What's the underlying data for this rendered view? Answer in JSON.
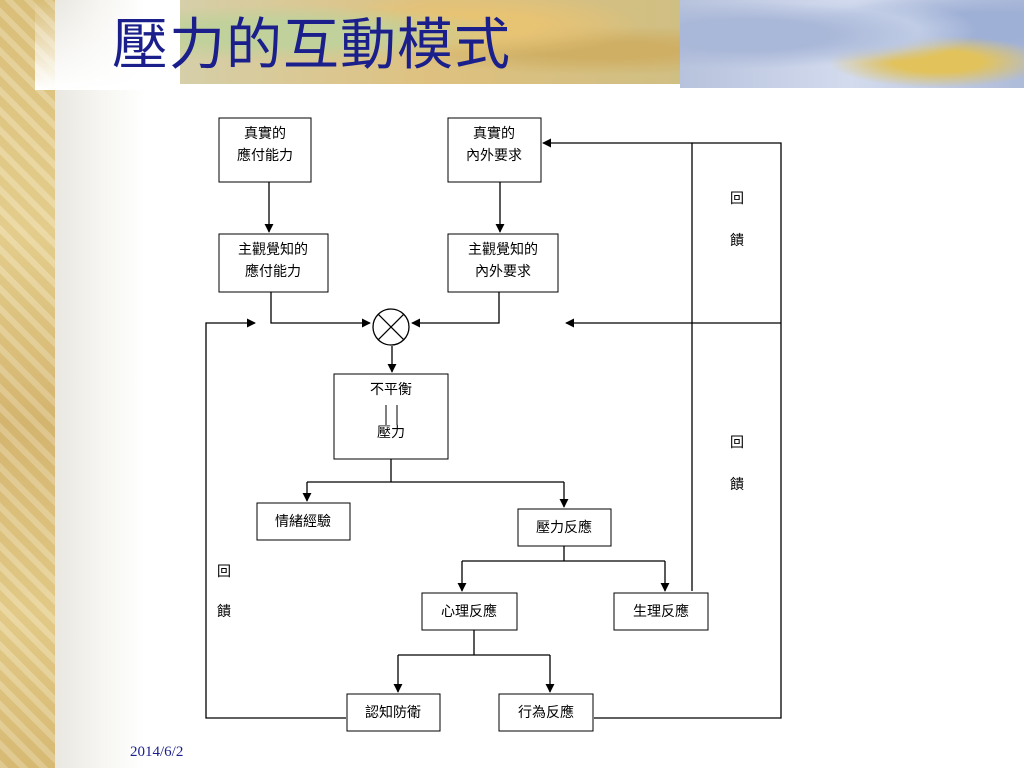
{
  "slide": {
    "title": "壓力的互動模式",
    "date": "2014/6/2"
  },
  "diagram": {
    "nodes": {
      "actual_capacity": [
        "真實的",
        "應付能力"
      ],
      "actual_demands": [
        "真實的",
        "內外要求"
      ],
      "perceived_capacity": [
        "主觀覺知的",
        "應付能力"
      ],
      "perceived_demands": [
        "主觀覺知的",
        "內外要求"
      ],
      "imbalance": "不平衡",
      "stress": "壓力",
      "emotional_experience": "情緒經驗",
      "stress_response": "壓力反應",
      "psychological_response": "心理反應",
      "physiological_response": "生理反應",
      "cognitive_defense": "認知防衛",
      "behavioral_response": "行為反應"
    },
    "feedback_label": [
      "回",
      "饋"
    ],
    "comparator_symbol": "⊗"
  }
}
